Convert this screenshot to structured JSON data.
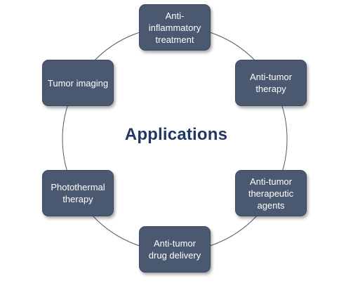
{
  "diagram": {
    "center_label": "Applications",
    "nodes": [
      {
        "label": "Anti-inflammatory treatment"
      },
      {
        "label": "Anti-tumor therapy"
      },
      {
        "label": "Anti-tumor therapeutic agents"
      },
      {
        "label": "Anti-tumor drug delivery"
      },
      {
        "label": "Photothermal therapy"
      },
      {
        "label": "Tumor imaging"
      }
    ],
    "colors": {
      "node_fill": "#4a5870",
      "center_text": "#1f3864",
      "ring_stroke": "#4a5870"
    }
  }
}
